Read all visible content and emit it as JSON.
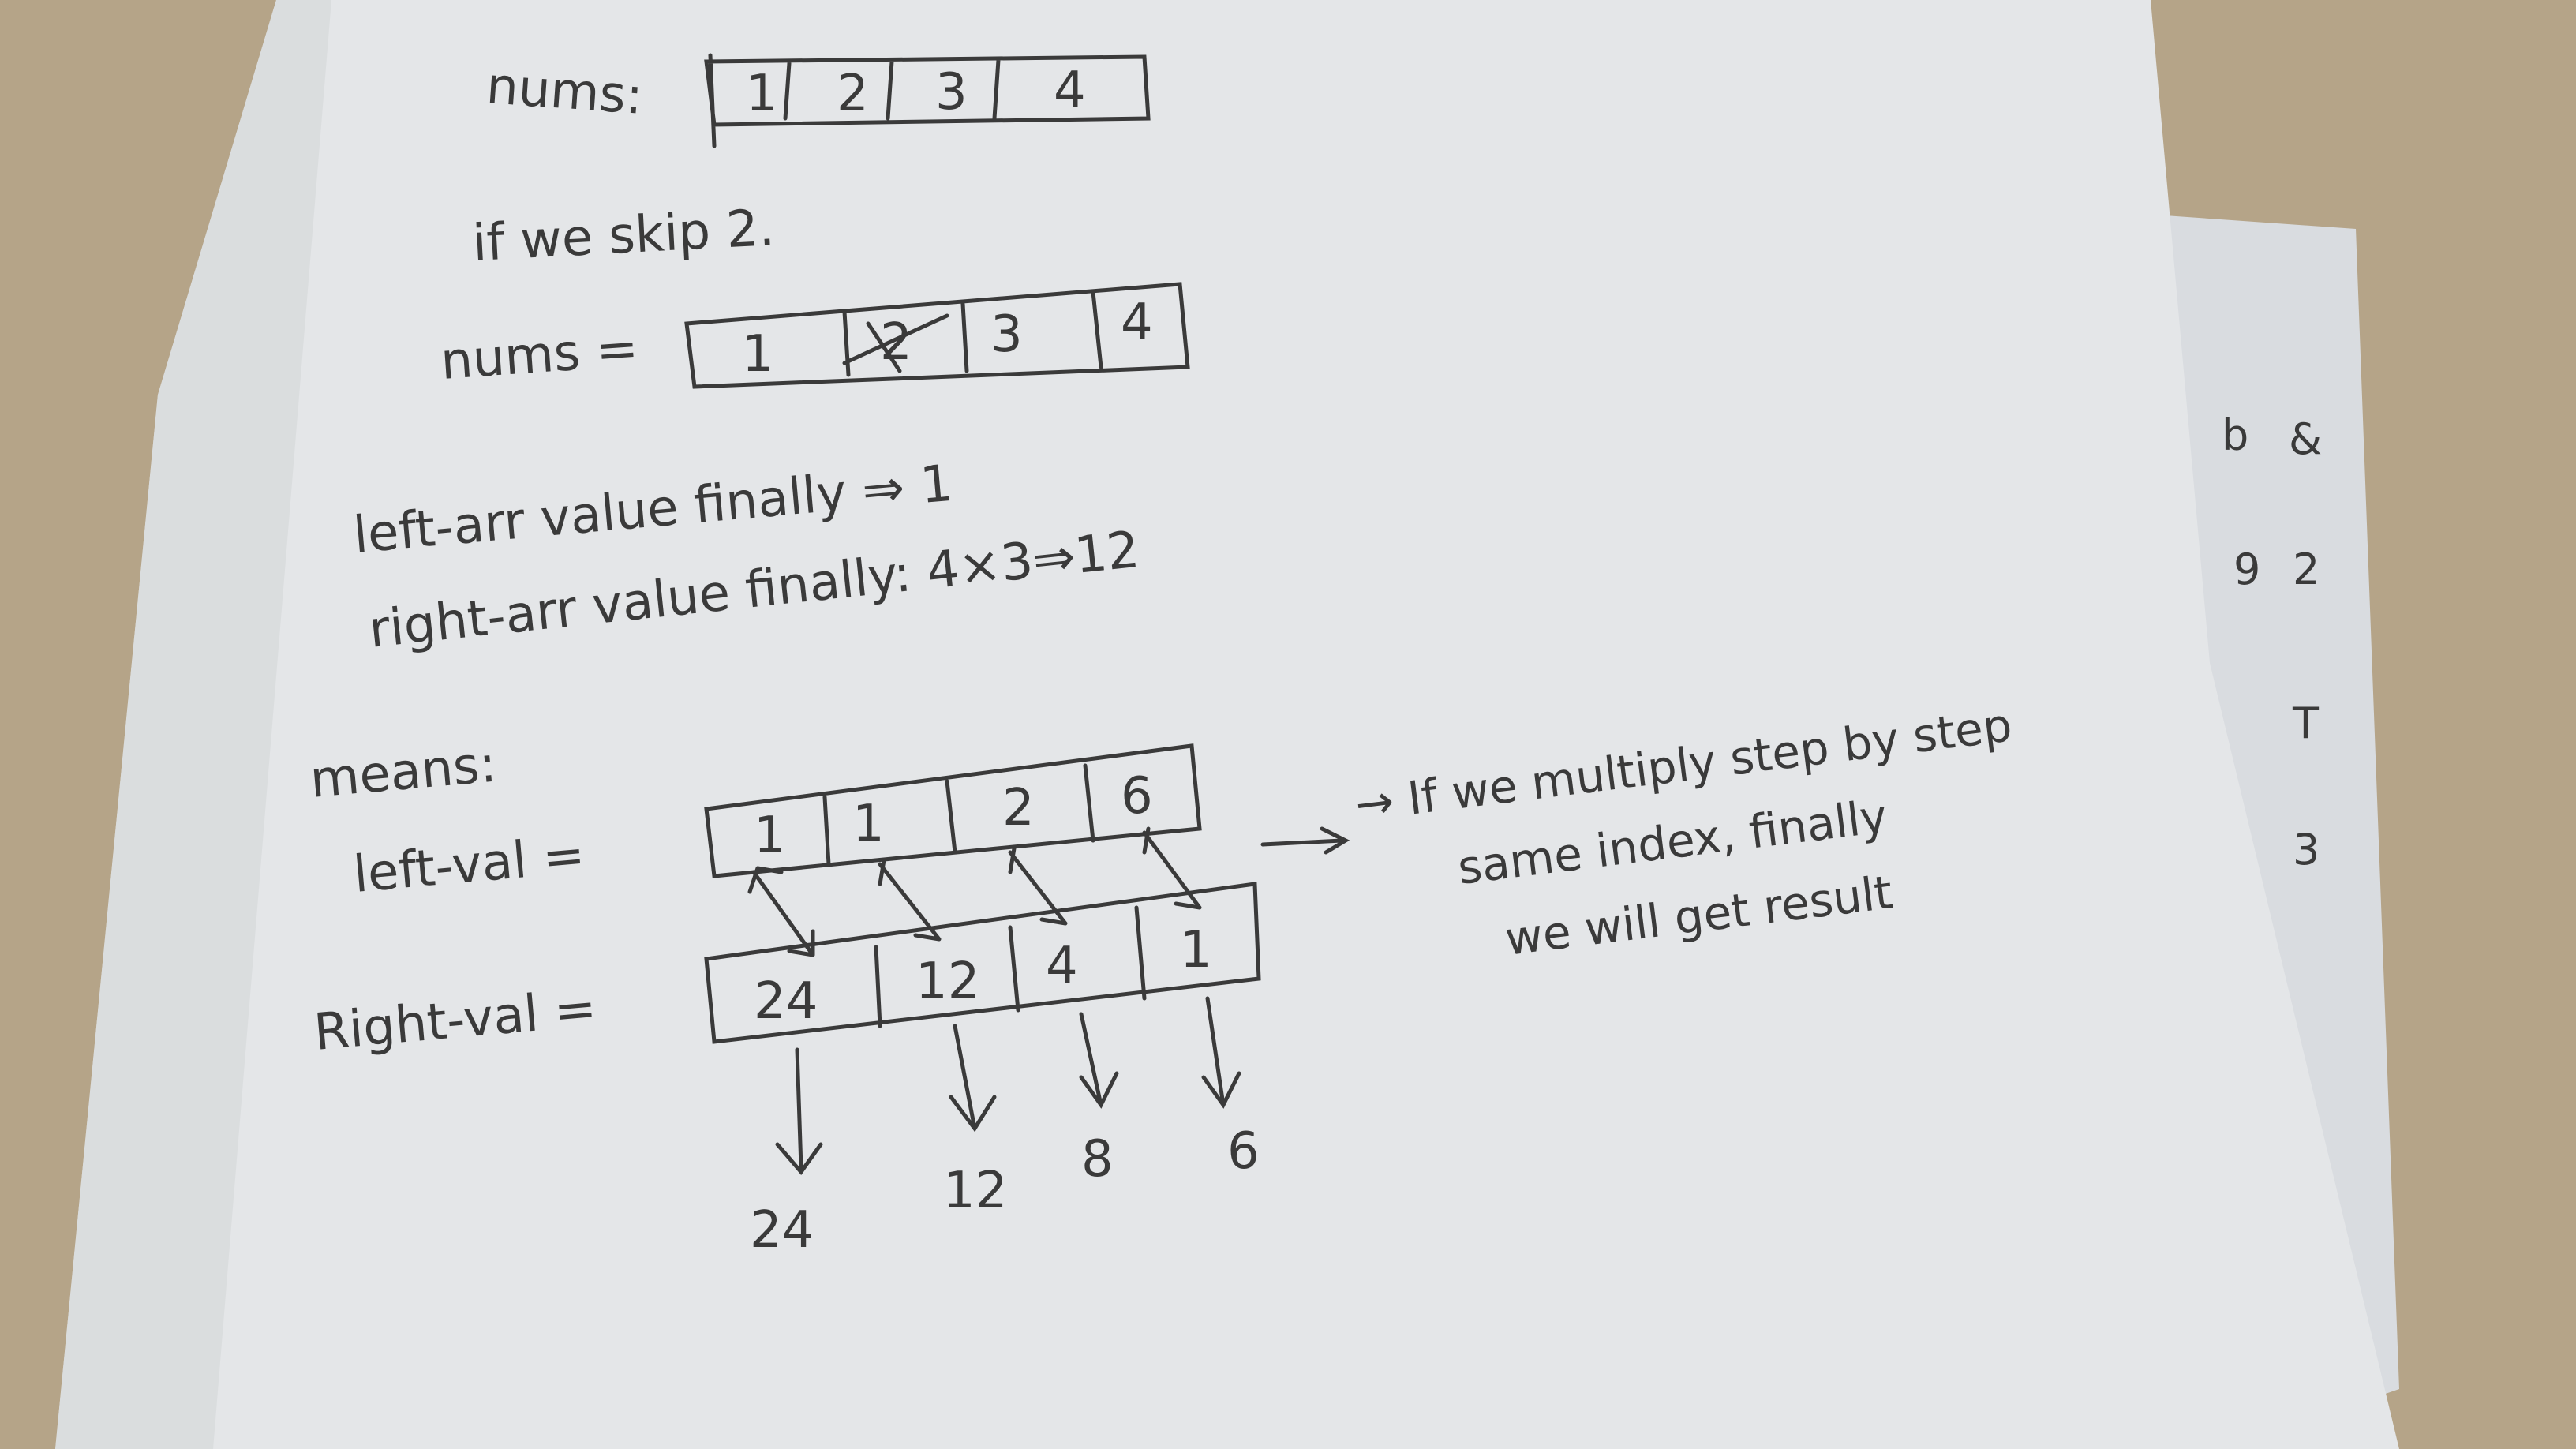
{
  "photo": {
    "kind": "photo of handwritten notes on paper",
    "colors": {
      "table": "#b7a68b",
      "paper": "#e6e8ea",
      "paper_back": "#dcdfe2",
      "ink": "#3a3a3a"
    }
  },
  "notes": {
    "nums_label": "nums:",
    "nums": [
      "1",
      "2",
      "3",
      "4"
    ],
    "skip_line": "if we skip 2.",
    "nums2_label": "nums =",
    "nums2": [
      "1",
      "2",
      "3",
      "4"
    ],
    "left_line": "left-arr value finally ⇒ 1",
    "right_line": "right-arr value finally: 4×3⇒12",
    "means_label": "means:",
    "left_label": "left-val =",
    "left_vals": [
      "1",
      "1",
      "2",
      "6"
    ],
    "right_label": "Right-val =",
    "right_vals": [
      "24",
      "12",
      "4",
      "1"
    ],
    "results": [
      "24",
      "12",
      "8",
      "6"
    ],
    "explanation": [
      "→ If we multiply step by step",
      "same index, finally",
      "we will get result"
    ],
    "back_sheet_marks": [
      "b",
      "&",
      "9",
      "2",
      "T",
      "3"
    ]
  }
}
